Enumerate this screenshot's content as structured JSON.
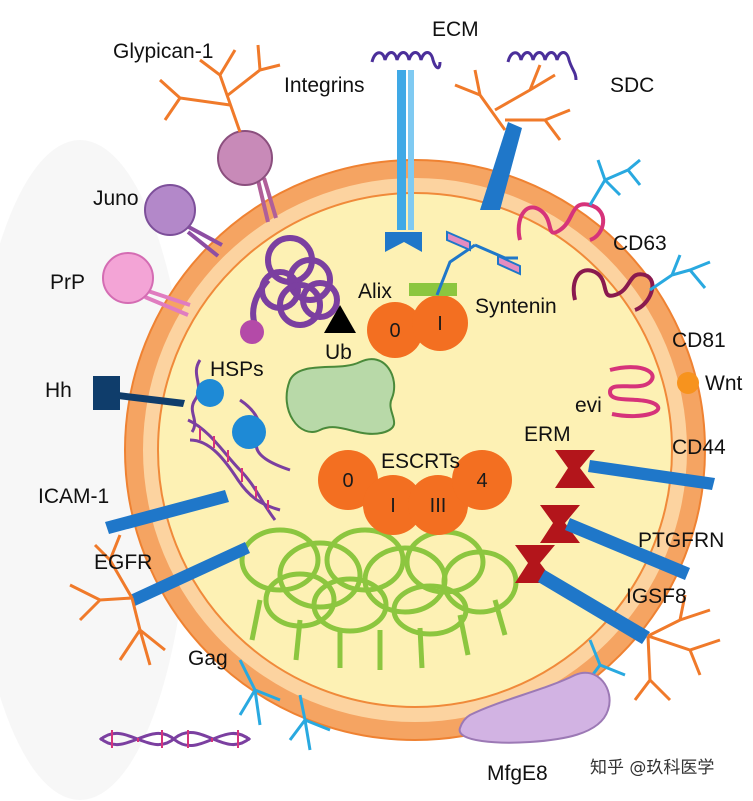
{
  "labels": {
    "ecm": "ECM",
    "glypican": "Glypican-1",
    "integrins": "Integrins",
    "sdc": "SDC",
    "juno": "Juno",
    "cd63": "CD63",
    "prp": "PrP",
    "alix": "Alix",
    "syntenin": "Syntenin",
    "cd81": "CD81",
    "ub": "Ub",
    "hsps": "HSPs",
    "hh": "Hh",
    "wnt": "Wnt",
    "evi": "evi",
    "erm": "ERM",
    "cd44": "CD44",
    "escrts": "ESCRTs",
    "icam": "ICAM-1",
    "ptgfrn": "PTGFRN",
    "egfr": "EGFR",
    "igsf8": "IGSF8",
    "gag": "Gag",
    "mfge8": "MfgE8"
  },
  "alix_domains": [
    "0",
    "I"
  ],
  "escrt_domains": [
    "0",
    "I",
    "III",
    "4"
  ],
  "watermark": "知乎 @玖科医学",
  "colors": {
    "membrane_outer": "#f5a462",
    "membrane_inner": "#fcd9a4",
    "lumen": "#fdf3b0",
    "escrt_orange": "#f36f21",
    "lipid_green": "#8cc63f",
    "blue_protein": "#1f77c9",
    "glycan_orange": "#f07a2a",
    "glycan_blue": "#29a9e0",
    "ubiquitin_purple": "#7b3fa0",
    "erm_red": "#b3151b",
    "tetraspanin_pink": "#d6337a"
  }
}
